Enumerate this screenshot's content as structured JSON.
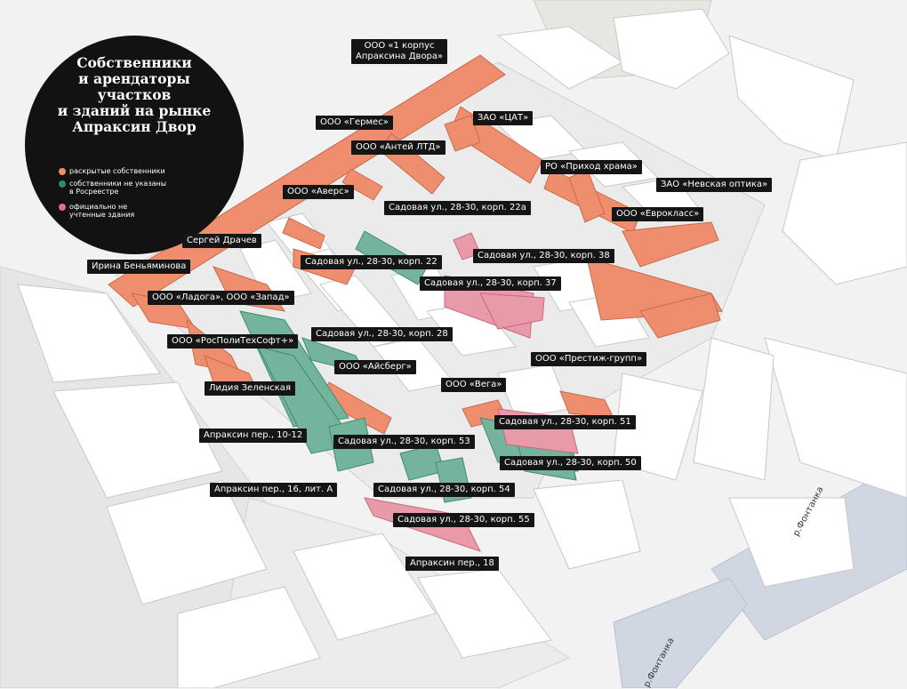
{
  "title_lines": [
    "Собственники",
    "и арендаторы",
    "участков",
    "и зданий на рынке",
    "Апраксин Двор"
  ],
  "legend": [
    {
      "text": "раскрытые собственники",
      "color": "#ee8e6e"
    },
    {
      "text": "собственники не указаны в Росреестре",
      "color": "#2e8a6c"
    },
    {
      "text": "официально не учтенные здания",
      "color": "#e06f8a"
    }
  ],
  "colors": {
    "owned": "#ee8e6e",
    "unlisted": "#74b39c",
    "unregistered": "#e89aa8",
    "building": "#ffffff",
    "background": "#f2f2f2",
    "water": "#d0d7e2"
  },
  "labels": {
    "korpus1": [
      "ООО «1 корпус",
      "Апраксина Двора»"
    ],
    "germes": "ООО «Гермес»",
    "tsat": "ЗАО «ЦАТ»",
    "antei": "ООО «Антей ЛТД»",
    "prikhod": "РО «Приход храма»",
    "nevskaya": "ЗАО «Невская оптика»",
    "avers": "ООО «Аверс»",
    "k22a": "Садовая ул., 28-30, корп. 22а",
    "evroklass": "ООО «Еврокласс»",
    "drachev": "Сергей Драчев",
    "k38": "Садовая ул., 28-30, корп. 38",
    "k22": "Садовая ул., 28-30, корп. 22",
    "benyaminova": "Ирина Беньяминова",
    "k37": "Садовая ул., 28-30, корп. 37",
    "ladoga": "ООО «Ладога», ООО «Запад»",
    "k28": "Садовая ул., 28-30, корп. 28",
    "rospoli": "ООО «РосПолиТехСофт+»",
    "prestizh": "ООО «Престиж-групп»",
    "aisberg": "ООО «Айсберг»",
    "zelenskaya": "Лидия Зеленская",
    "vega": "ООО «Вега»",
    "k51": "Садовая ул., 28-30, корп. 51",
    "per1012": "Апраксин пер., 10-12",
    "k53": "Садовая ул., 28-30, корп. 53",
    "k50": "Садовая ул., 28-30, корп. 50",
    "per16": "Апраксин пер., 16, лит. А",
    "k54": "Садовая ул., 28-30, корп. 54",
    "k55": "Садовая ул., 28-30, корп. 55",
    "per18": "Апраксин пер., 18"
  },
  "rivers": [
    "р.Фонтанка",
    "р.Фонтанка"
  ]
}
